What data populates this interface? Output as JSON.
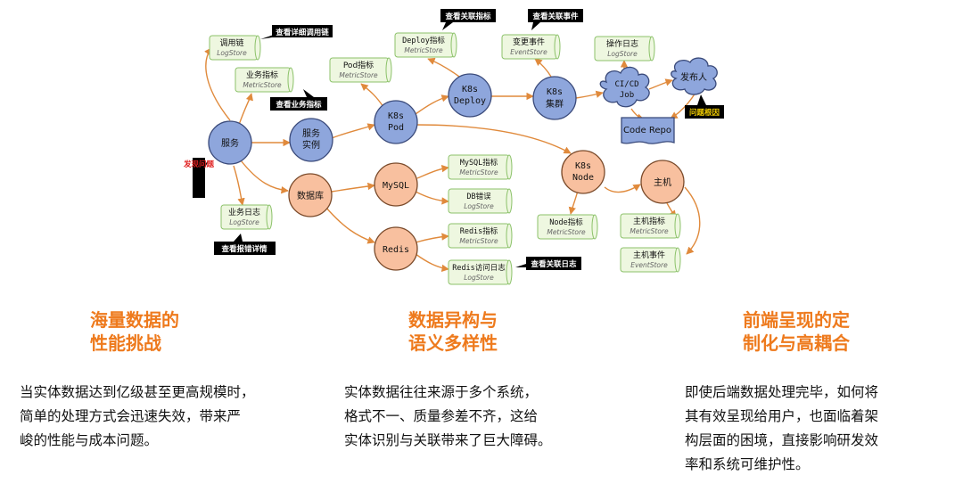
{
  "diagram": {
    "entities": {
      "service": "服务",
      "service_instance": [
        "服务",
        "实例"
      ],
      "k8s_pod": [
        "K8s",
        "Pod"
      ],
      "k8s_deploy": [
        "K8s",
        "Deploy"
      ],
      "k8s_cluster": [
        "K8s",
        "集群"
      ],
      "database": "数据库",
      "mysql": "MySQL",
      "redis": "Redis",
      "k8s_node": [
        "K8s",
        "Node"
      ],
      "host": "主机",
      "cicd_job": [
        "CI/CD",
        "Job"
      ],
      "publisher": "发布人",
      "code_repo": "Code Repo"
    },
    "stores": {
      "call_chain": {
        "title": "调用链",
        "type": "LogStore"
      },
      "service_metrics": {
        "title": "业务指标",
        "type": "MetricStore"
      },
      "service_logs": {
        "title": "业务日志",
        "type": "LogStore"
      },
      "pod_metrics": {
        "title": "Pod指标",
        "type": "MetricStore"
      },
      "deploy_metrics": {
        "title": "Deploy指标",
        "type": "MetricStore"
      },
      "change_events": {
        "title": "变更事件",
        "type": "EventStore"
      },
      "operation_logs": {
        "title": "操作日志",
        "type": "LogStore"
      },
      "mysql_metrics": {
        "title": "MySQL指标",
        "type": "MetricStore"
      },
      "db_errors": {
        "title": "DB错误",
        "type": "LogStore"
      },
      "redis_metrics": {
        "title": "Redis指标",
        "type": "MetricStore"
      },
      "redis_access_logs": {
        "title": "Redis访问日志",
        "type": "LogStore"
      },
      "node_metrics": {
        "title": "Node指标",
        "type": "MetricStore"
      },
      "host_metrics": {
        "title": "主机指标",
        "type": "MetricStore"
      },
      "host_events": {
        "title": "主机事件",
        "type": "EventStore"
      }
    },
    "callouts": {
      "view_call_chain": "查看详细调用链",
      "view_service_metrics": "查看业务指标",
      "view_error_details": "查看报错详情",
      "view_related_metrics": "查看关联指标",
      "view_related_events": "查看关联事件",
      "view_related_logs": "查看关联日志",
      "root_cause": "问题根因",
      "issue_found": "发现问题"
    }
  },
  "columns": [
    {
      "heading": [
        "海量数据的",
        "性能挑战"
      ],
      "body": [
        "当实体数据达到亿级甚至更高规模时，",
        "简单的处理方式会迅速失效，带来严",
        "峻的性能与成本问题。"
      ]
    },
    {
      "heading": [
        "数据异构与",
        "语义多样性"
      ],
      "body": [
        "实体数据往往来源于多个系统，",
        "格式不一、质量参差不齐，这给",
        "实体识别与关联带来了巨大障碍。"
      ]
    },
    {
      "heading": [
        "前端呈现的定",
        "制化与高耦合"
      ],
      "body": [
        "即使后端数据处理完毕，如何将",
        "其有效呈现给用户，也面临着架",
        "构层面的困境，直接影响研发效",
        "率和系统可维护性。"
      ]
    }
  ],
  "colors": {
    "accent": "#ee7a1d",
    "blue_node": "#8ea6dc",
    "orange_node": "#f8c09f",
    "store_fill": "#eef7e0",
    "store_stroke": "#8cc26a",
    "edge": "#e08a3c",
    "callout_bg": "#000000",
    "issue_red": "#d81e1e"
  }
}
